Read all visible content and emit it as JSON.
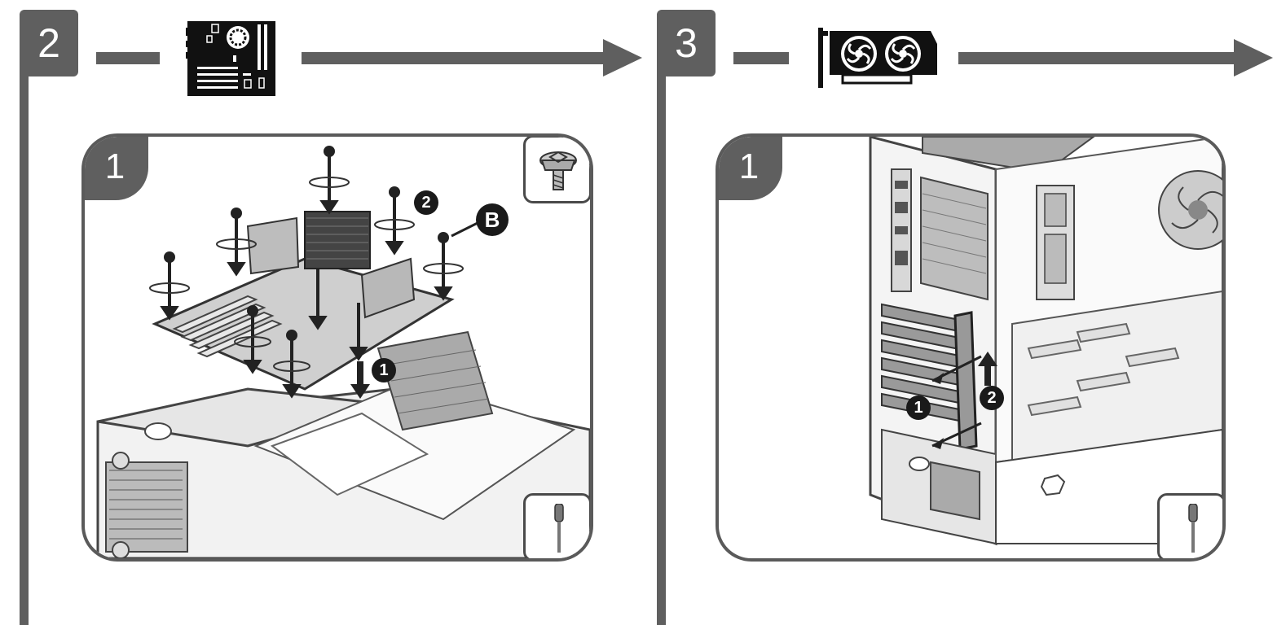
{
  "steps": [
    {
      "number": "2",
      "component_icon": "motherboard-icon",
      "panel": {
        "number": "1",
        "fastener_icon": "screw-icon",
        "tool_icon": "screwdriver-icon",
        "callouts": {
          "first": "1",
          "second": "2",
          "part": "B"
        }
      }
    },
    {
      "number": "3",
      "component_icon": "graphics-card-icon",
      "panel": {
        "number": "1",
        "tool_icon": "screwdriver-icon",
        "callouts": {
          "first": "1",
          "second": "2"
        }
      }
    }
  ],
  "colors": {
    "tab": "#5f5f5f",
    "line": "#5a5a5a",
    "callout": "#1a1a1a"
  }
}
